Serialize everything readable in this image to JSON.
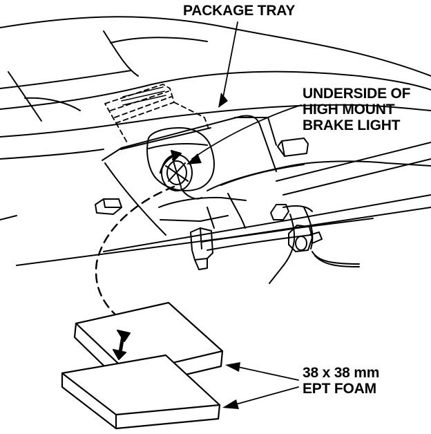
{
  "labels": {
    "package_tray": "PACKAGE TRAY",
    "brake_light": [
      "UNDERSIDE OF",
      "HIGH MOUNT",
      "BRAKE LIGHT"
    ],
    "foam": [
      "38 x 38 mm",
      "EPT FOAM"
    ]
  },
  "colors": {
    "ink": "#000000",
    "paper": "#ffffff"
  }
}
